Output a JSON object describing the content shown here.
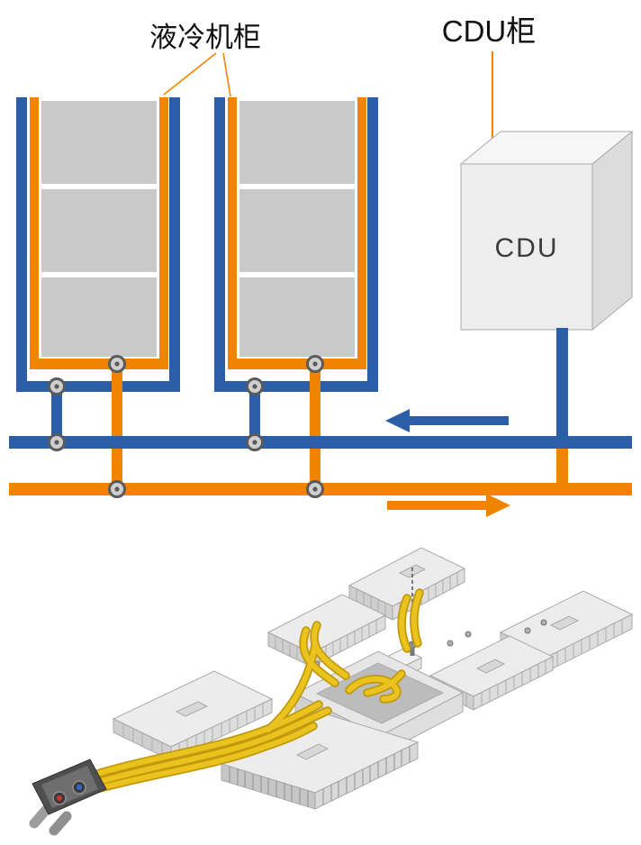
{
  "labels": {
    "rack": "液冷机柜",
    "cdu_cabinet": "CDU柜",
    "cdu_unit": "CDU"
  },
  "colors": {
    "pipe_blue": "#2b5ea7",
    "pipe_orange": "#f08300",
    "panel_gray": "#c9c9c9",
    "hose_yellow": "#eac31f",
    "hose_yellow_dark": "#c1990a",
    "label_text": "#111111",
    "cdu_text": "#3c3c3c"
  },
  "diagram": {
    "rack_count": 2,
    "flows": [
      {
        "pipe": "supply-main",
        "color": "#2b5ea7",
        "arrow_direction": "left"
      },
      {
        "pipe": "return-main",
        "color": "#f08300",
        "arrow_direction": "right"
      }
    ]
  }
}
